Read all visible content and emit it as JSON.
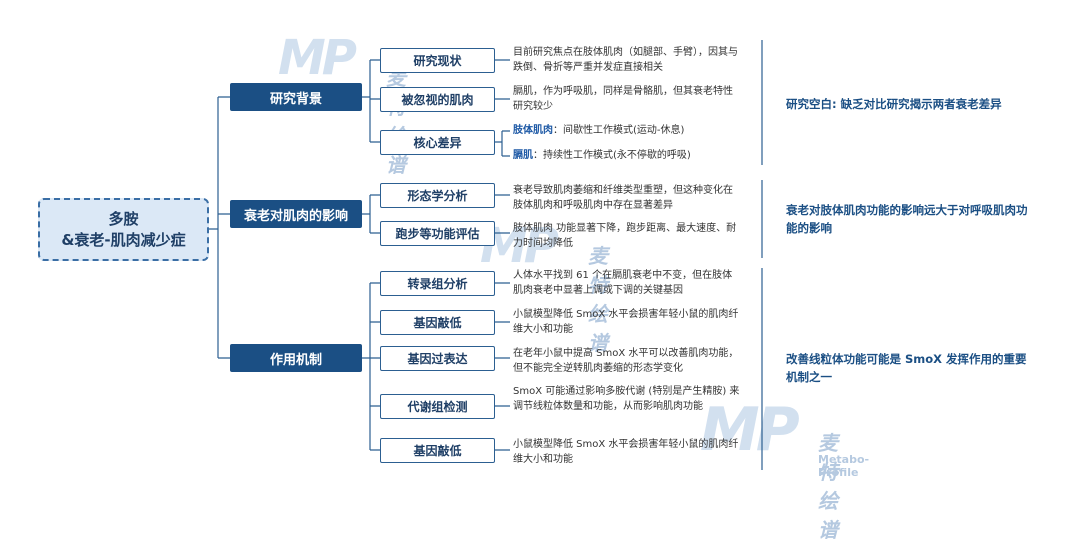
{
  "watermark": {
    "logo": "MP",
    "cn": "麦特绘谱",
    "en": "Metabo-Profile"
  },
  "root": {
    "line1": "多胺",
    "line2": "&衰老-肌肉减少症"
  },
  "branches": [
    {
      "label": "研究背景",
      "conclusion": "研究空白: 缺乏对比研究揭示两者衰老差异",
      "children": [
        {
          "label": "研究现状",
          "desc": "目前研究焦点在肢体肌肉（如腿部、手臂），因其与跌倒、骨折等严重并发症直接相关"
        },
        {
          "label": "被忽视的肌肉",
          "desc": "膈肌，作为呼吸肌，同样是骨骼肌，但其衰老特性研究较少"
        },
        {
          "label": "核心差异",
          "desc_items": [
            {
              "key": "肢体肌肉",
              "text": "：间歇性工作模式(运动-休息)"
            },
            {
              "key": "膈肌",
              "text": "：持续性工作模式(永不停歇的呼吸)"
            }
          ]
        }
      ]
    },
    {
      "label": "衰老对肌肉的影响",
      "conclusion": "衰老对肢体肌肉功能的影响远大于对呼吸肌肉功能的影响",
      "children": [
        {
          "label": "形态学分析",
          "desc": "衰老导致肌肉萎缩和纤维类型重塑，但这种变化在肢体肌肉和呼吸肌肉中存在显著差异"
        },
        {
          "label": "跑步等功能评估",
          "desc": "肢体肌肉 功能显著下降，跑步距离、最大速度、耐力时间均降低"
        }
      ]
    },
    {
      "label": "作用机制",
      "conclusion": "改善线粒体功能可能是 SmoX 发挥作用的重要机制之一",
      "children": [
        {
          "label": "转录组分析",
          "desc": "人体水平找到 61 个在膈肌衰老中不变，但在肢体肌肉衰老中显著上调或下调的关键基因"
        },
        {
          "label": "基因敲低",
          "desc": "小鼠模型降低 SmoX 水平会损害年轻小鼠的肌肉纤维大小和功能"
        },
        {
          "label": "基因过表达",
          "desc": "在老年小鼠中提高 SmoX 水平可以改善肌肉功能，但不能完全逆转肌肉萎缩的形态学变化"
        },
        {
          "label": "代谢组检测",
          "desc": "SmoX 可能通过影响多胺代谢 (特别是产生精胺) 来调节线粒体数量和功能，从而影响肌肉功能"
        },
        {
          "label": "基因敲低",
          "desc": "小鼠模型降低 SmoX 水平会损害年轻小鼠的肌肉纤维大小和功能"
        }
      ]
    }
  ],
  "colors": {
    "primary": "#1b4f84",
    "line": "#2c5f91",
    "root_fill": "#dbe8f6",
    "highlight": "#1c58a5"
  }
}
